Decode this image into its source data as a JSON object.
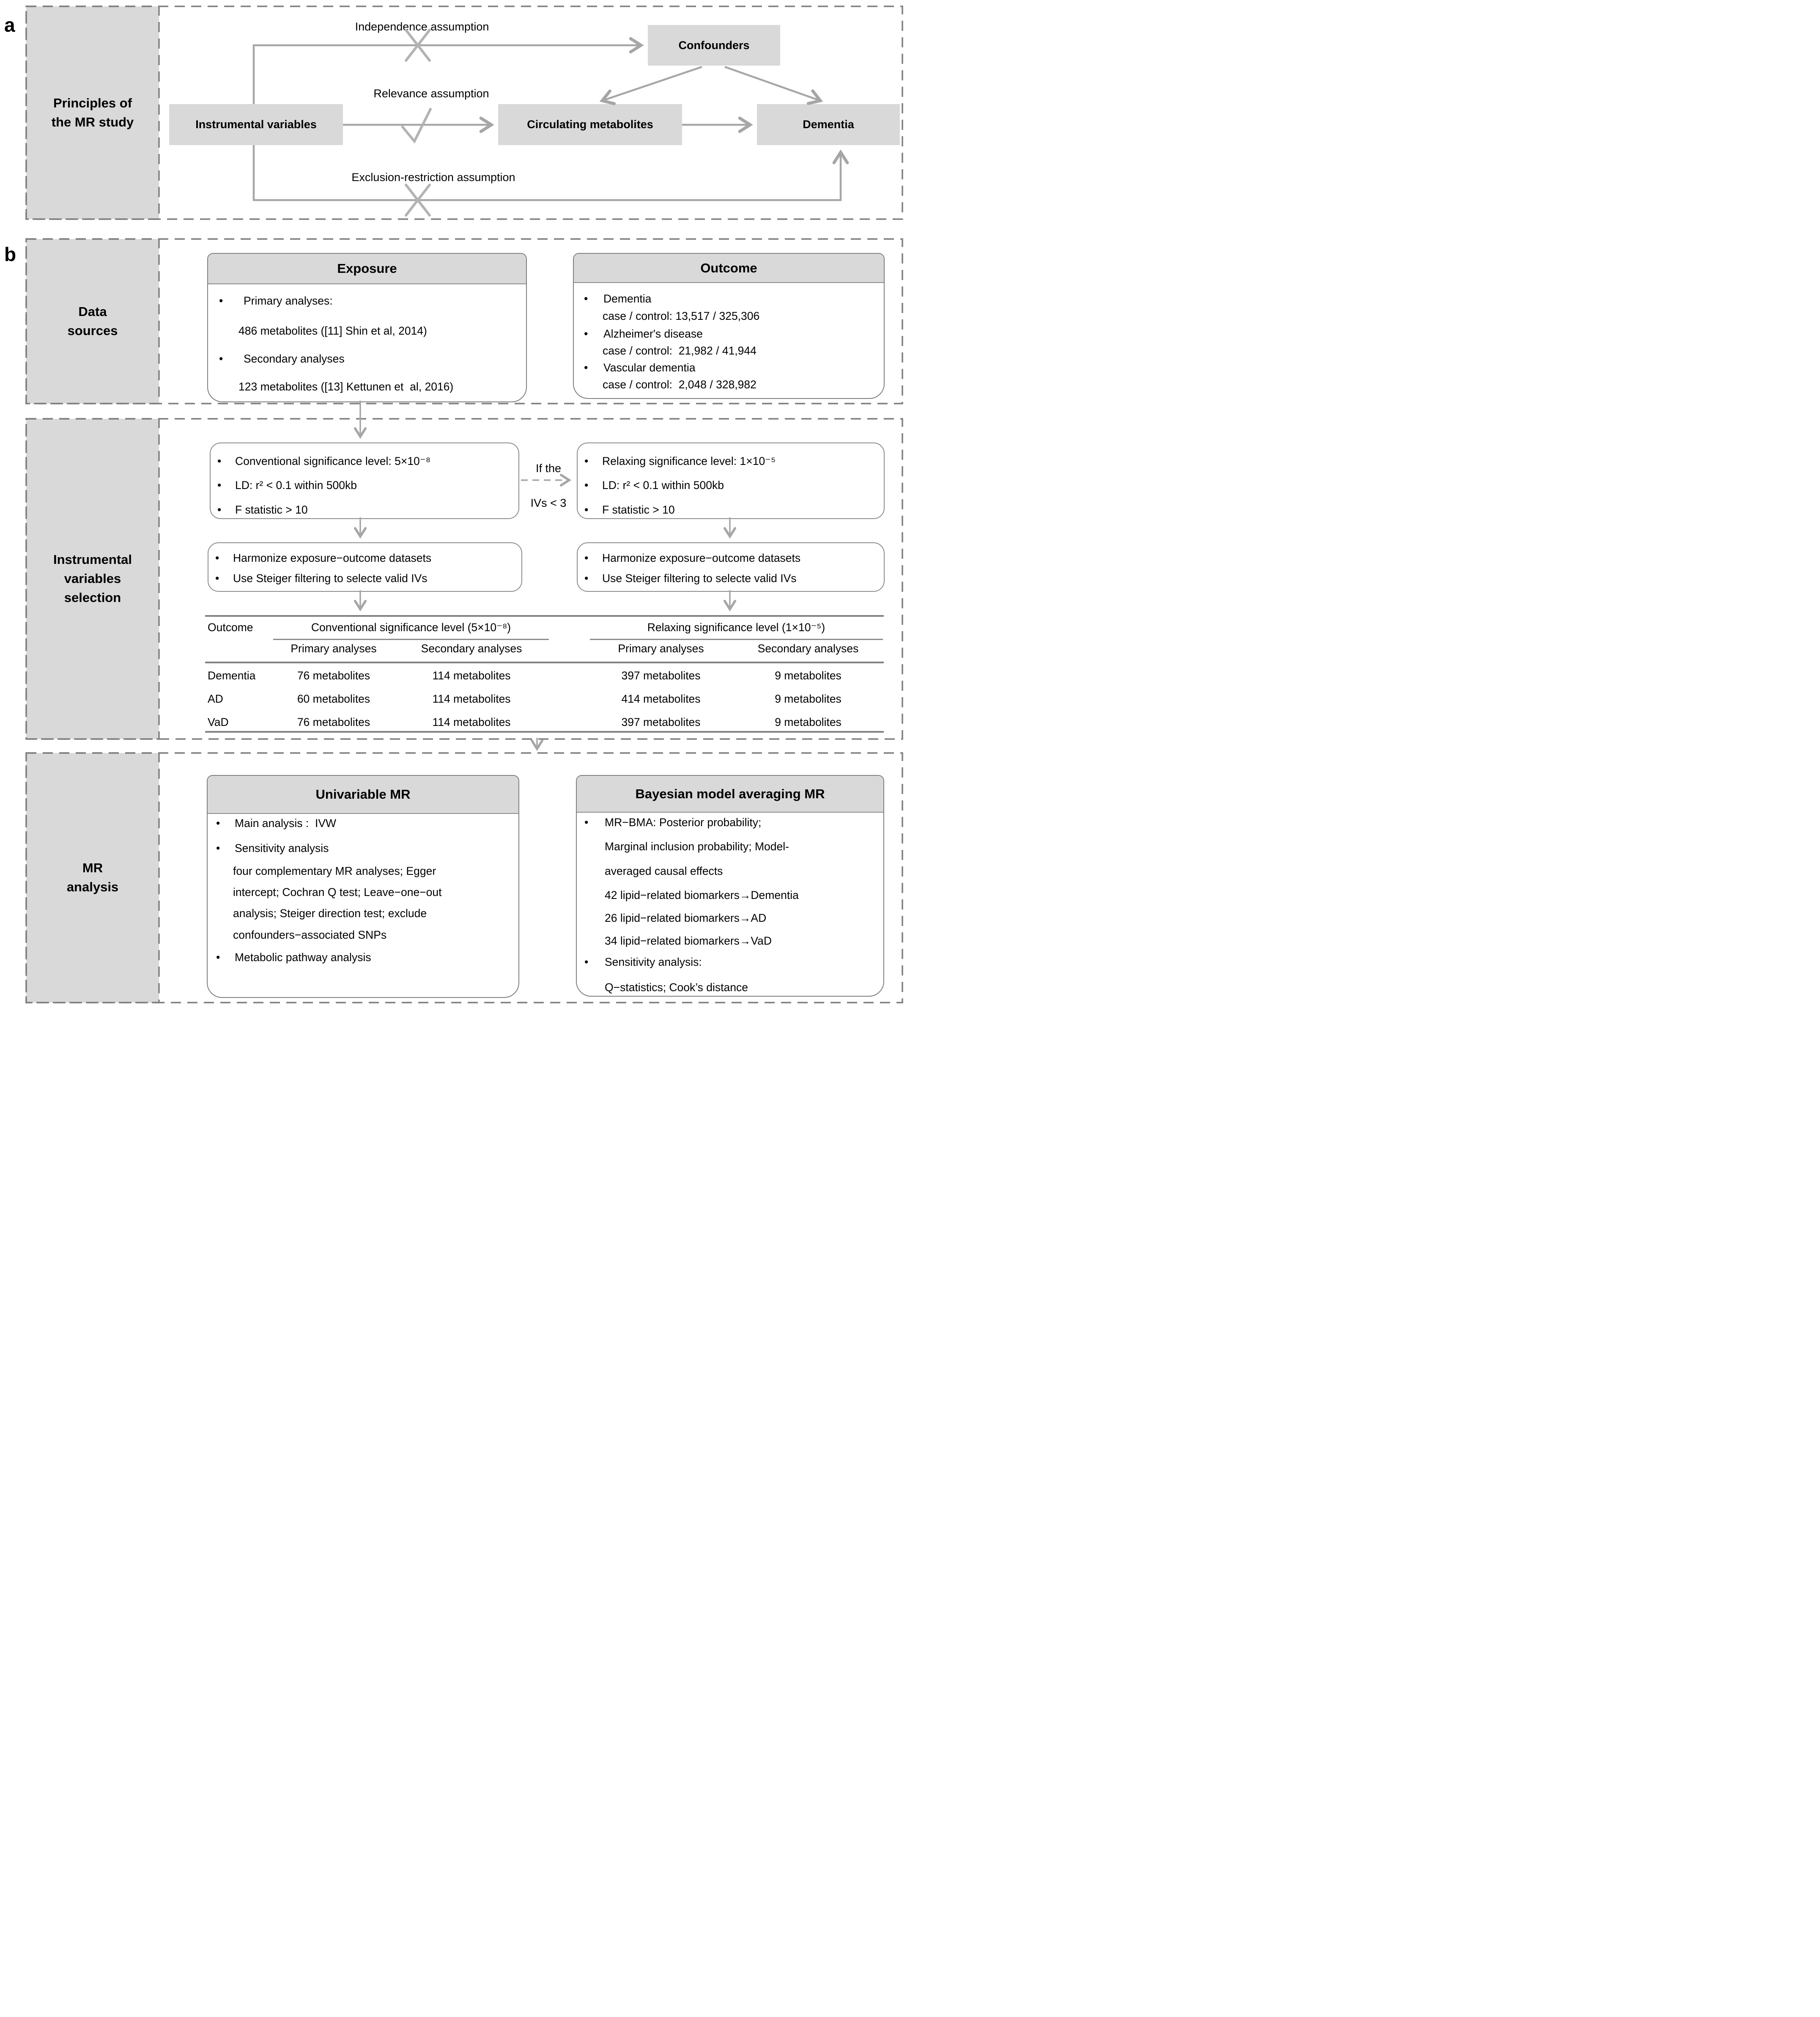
{
  "colors": {
    "box_fill": "#d9d9d9",
    "dashed_border": "#7f7f7f",
    "connector": "#a6a6a6",
    "mark": "#b3b3b3",
    "table_rule": "#808080",
    "text": "#000000"
  },
  "panel_a": {
    "tag": "a",
    "sidebar_label": "Principles of\nthe MR study",
    "nodes": {
      "instrumental_variables": "Instrumental variables",
      "confounders": "Confounders",
      "circulating_metabolites": "Circulating metabolites",
      "dementia": "Dementia"
    },
    "assumptions": {
      "independence": "Independence assumption",
      "relevance": "Relevance assumption",
      "exclusion": "Exclusion-restriction assumption"
    }
  },
  "panel_b": {
    "tag": "b",
    "data_sources": {
      "sidebar_label": "Data\nsources",
      "exposure": {
        "title": "Exposure",
        "lines": [
          {
            "bullet": true,
            "text": "Primary analyses:"
          },
          {
            "bullet": false,
            "text": "486 metabolites ([11] Shin et al, 2014)"
          },
          {
            "bullet": true,
            "text": "Secondary analyses"
          },
          {
            "bullet": false,
            "text": "123 metabolites ([13] Kettunen et  al, 2016)"
          }
        ]
      },
      "outcome": {
        "title": "Outcome",
        "lines": [
          {
            "bullet": true,
            "text": "Dementia"
          },
          {
            "bullet": false,
            "text": "case / control: 13,517 / 325,306"
          },
          {
            "bullet": true,
            "text": "Alzheimer's disease"
          },
          {
            "bullet": false,
            "text": "case / control:  21,982 / 41,944"
          },
          {
            "bullet": true,
            "text": "Vascular dementia"
          },
          {
            "bullet": false,
            "text": "case / control:  2,048 / 328,982"
          }
        ]
      }
    },
    "iv_selection": {
      "sidebar_label": "Instrumental\nvariables\nselection",
      "conventional_box": {
        "lines": [
          {
            "bullet": true,
            "text": "Conventional significance level: 5×10⁻⁸"
          },
          {
            "bullet": true,
            "text": "LD: r² < 0.1 within 500kb"
          },
          {
            "bullet": true,
            "text": "F statistic > 10"
          }
        ]
      },
      "relaxing_box": {
        "lines": [
          {
            "bullet": true,
            "text": "Relaxing significance level: 1×10⁻⁵"
          },
          {
            "bullet": true,
            "text": "LD: r² < 0.1 within 500kb"
          },
          {
            "bullet": true,
            "text": "F statistic > 10"
          }
        ]
      },
      "condition_label": "If the\nIVs < 3",
      "harmonize_box": {
        "lines": [
          {
            "bullet": true,
            "text": "Harmonize exposure−outcome datasets"
          },
          {
            "bullet": true,
            "text": "Use Steiger filtering to selecte valid IVs"
          }
        ]
      },
      "table": {
        "col_header_outcome": "Outcome",
        "group_headers": [
          "Conventional significance level (5×10⁻⁸)",
          "Relaxing significance level (1×10⁻⁵)"
        ],
        "sub_headers": [
          "Primary analyses",
          "Secondary analyses",
          "Primary analyses",
          "Secondary analyses"
        ],
        "rows": [
          {
            "outcome": "Dementia",
            "cells": [
              "76 metabolites",
              "114 metabolites",
              "397 metabolites",
              "9 metabolites"
            ]
          },
          {
            "outcome": "AD",
            "cells": [
              "60 metabolites",
              "114 metabolites",
              "414 metabolites",
              "9 metabolites"
            ]
          },
          {
            "outcome": "VaD",
            "cells": [
              "76 metabolites",
              "114 metabolites",
              "397 metabolites",
              "9 metabolites"
            ]
          }
        ]
      }
    },
    "mr_analysis": {
      "sidebar_label": "MR\nanalysis",
      "univariable": {
        "title": "Univariable MR",
        "lines": [
          {
            "bullet": true,
            "text": "Main analysis :  IVW"
          },
          {
            "bullet": true,
            "text": "Sensitivity analysis"
          },
          {
            "bullet": false,
            "text": "four complementary MR analyses; Egger"
          },
          {
            "bullet": false,
            "text": "intercept; Cochran Q test; Leave−one−out"
          },
          {
            "bullet": false,
            "text": "analysis; Steiger direction test; exclude"
          },
          {
            "bullet": false,
            "text": "confounders−associated SNPs"
          },
          {
            "bullet": true,
            "text": "Metabolic pathway analysis"
          }
        ]
      },
      "bma": {
        "title": "Bayesian model averaging MR",
        "lines": [
          {
            "bullet": true,
            "text": "MR−BMA: Posterior probability;"
          },
          {
            "bullet": false,
            "text": "Marginal inclusion probability; Model-"
          },
          {
            "bullet": false,
            "text": "averaged causal effects"
          },
          {
            "bullet": false,
            "text": "42 lipid−related biomarkers→Dementia"
          },
          {
            "bullet": false,
            "text": "26 lipid−related biomarkers→AD"
          },
          {
            "bullet": false,
            "text": "34 lipid−related biomarkers→VaD"
          },
          {
            "bullet": true,
            "text": "Sensitivity analysis:"
          },
          {
            "bullet": false,
            "text": "Q−statistics; Cook’s distance"
          }
        ]
      }
    }
  }
}
